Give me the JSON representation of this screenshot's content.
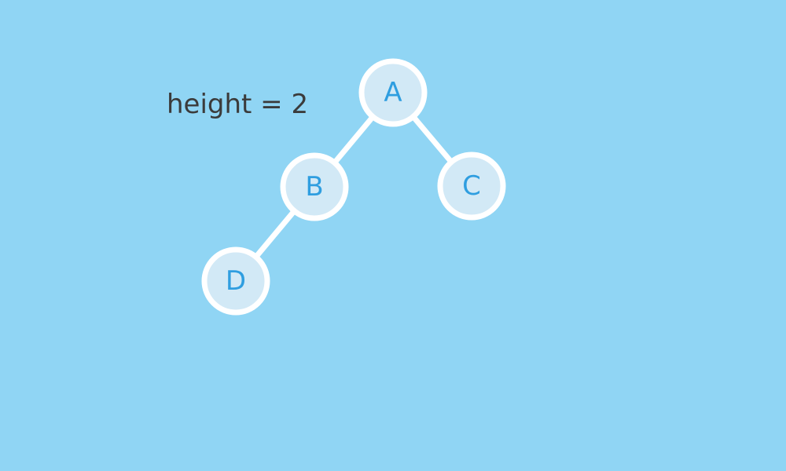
{
  "annotation": {
    "height_label": "height = 2"
  },
  "tree": {
    "nodes": [
      {
        "id": "A",
        "label": "A"
      },
      {
        "id": "B",
        "label": "B"
      },
      {
        "id": "C",
        "label": "C"
      },
      {
        "id": "D",
        "label": "D"
      }
    ],
    "edges": [
      {
        "from": "A",
        "to": "B"
      },
      {
        "from": "A",
        "to": "C"
      },
      {
        "from": "B",
        "to": "D"
      }
    ]
  },
  "colors": {
    "background": "#90d5f4",
    "node_fill": "#d2e9f6",
    "node_stroke": "#ffffff",
    "node_text": "#2f9ee0",
    "edge": "#ffffff",
    "label_text": "#3b3b3b"
  }
}
